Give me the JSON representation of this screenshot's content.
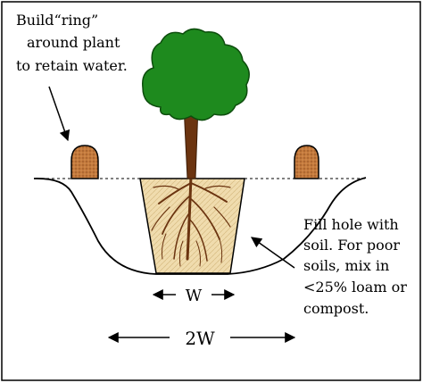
{
  "diagram": {
    "ring_note": {
      "lines": [
        "Build“ring”",
        "around plant",
        "to retain water."
      ]
    },
    "fill_note": {
      "lines": [
        "Fill hole with",
        "soil. For poor",
        "soils, mix in",
        "<25% loam or",
        "compost."
      ]
    },
    "width_label": "W",
    "double_width_label": "2W",
    "colors": {
      "foliage": "#1e8a1e",
      "trunk": "#6b3410",
      "root_ball": "#f0dcae",
      "ring_mound": "#c47a3c",
      "roots": "#6b3410"
    }
  }
}
